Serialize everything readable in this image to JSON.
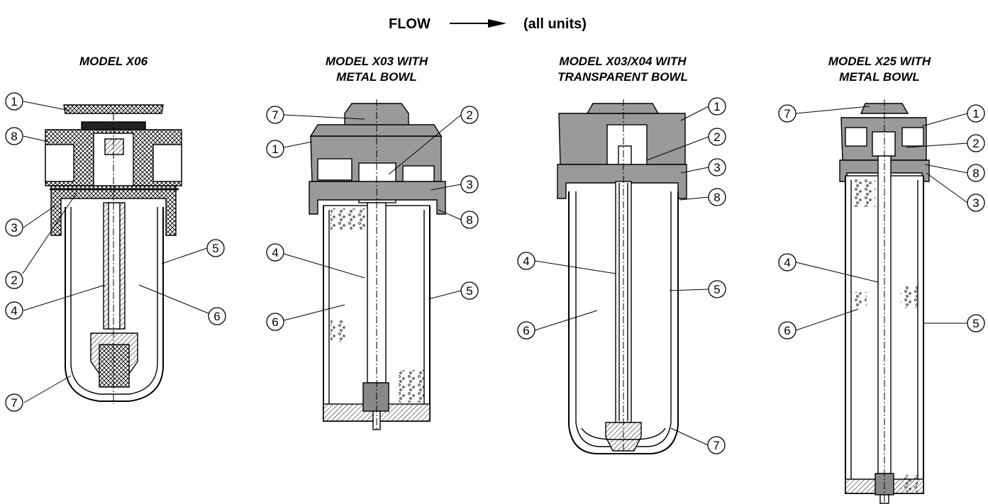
{
  "header": {
    "flow_label": "FLOW",
    "flow_note": "(all units)"
  },
  "colors": {
    "ink": "#000000",
    "cast_metal": "#9a9a9a",
    "plastic_hatch": "#bdbdbd",
    "paper": "#ffffff"
  },
  "models": [
    {
      "title_lines": [
        "MODEL X06"
      ],
      "callouts": [
        "1",
        "8",
        "3",
        "2",
        "4",
        "5",
        "6",
        "7"
      ]
    },
    {
      "title_lines": [
        "MODEL X03 WITH",
        "METAL BOWL"
      ],
      "callouts": [
        "7",
        "1",
        "2",
        "3",
        "8",
        "4",
        "5",
        "6"
      ]
    },
    {
      "title_lines": [
        "MODEL X03/X04 WITH",
        "TRANSPARENT BOWL"
      ],
      "callouts": [
        "1",
        "2",
        "3",
        "8",
        "4",
        "5",
        "6",
        "7"
      ]
    },
    {
      "title_lines": [
        "MODEL X25 WITH",
        "METAL BOWL"
      ],
      "callouts": [
        "7",
        "1",
        "2",
        "8",
        "3",
        "4",
        "5",
        "6"
      ]
    }
  ]
}
